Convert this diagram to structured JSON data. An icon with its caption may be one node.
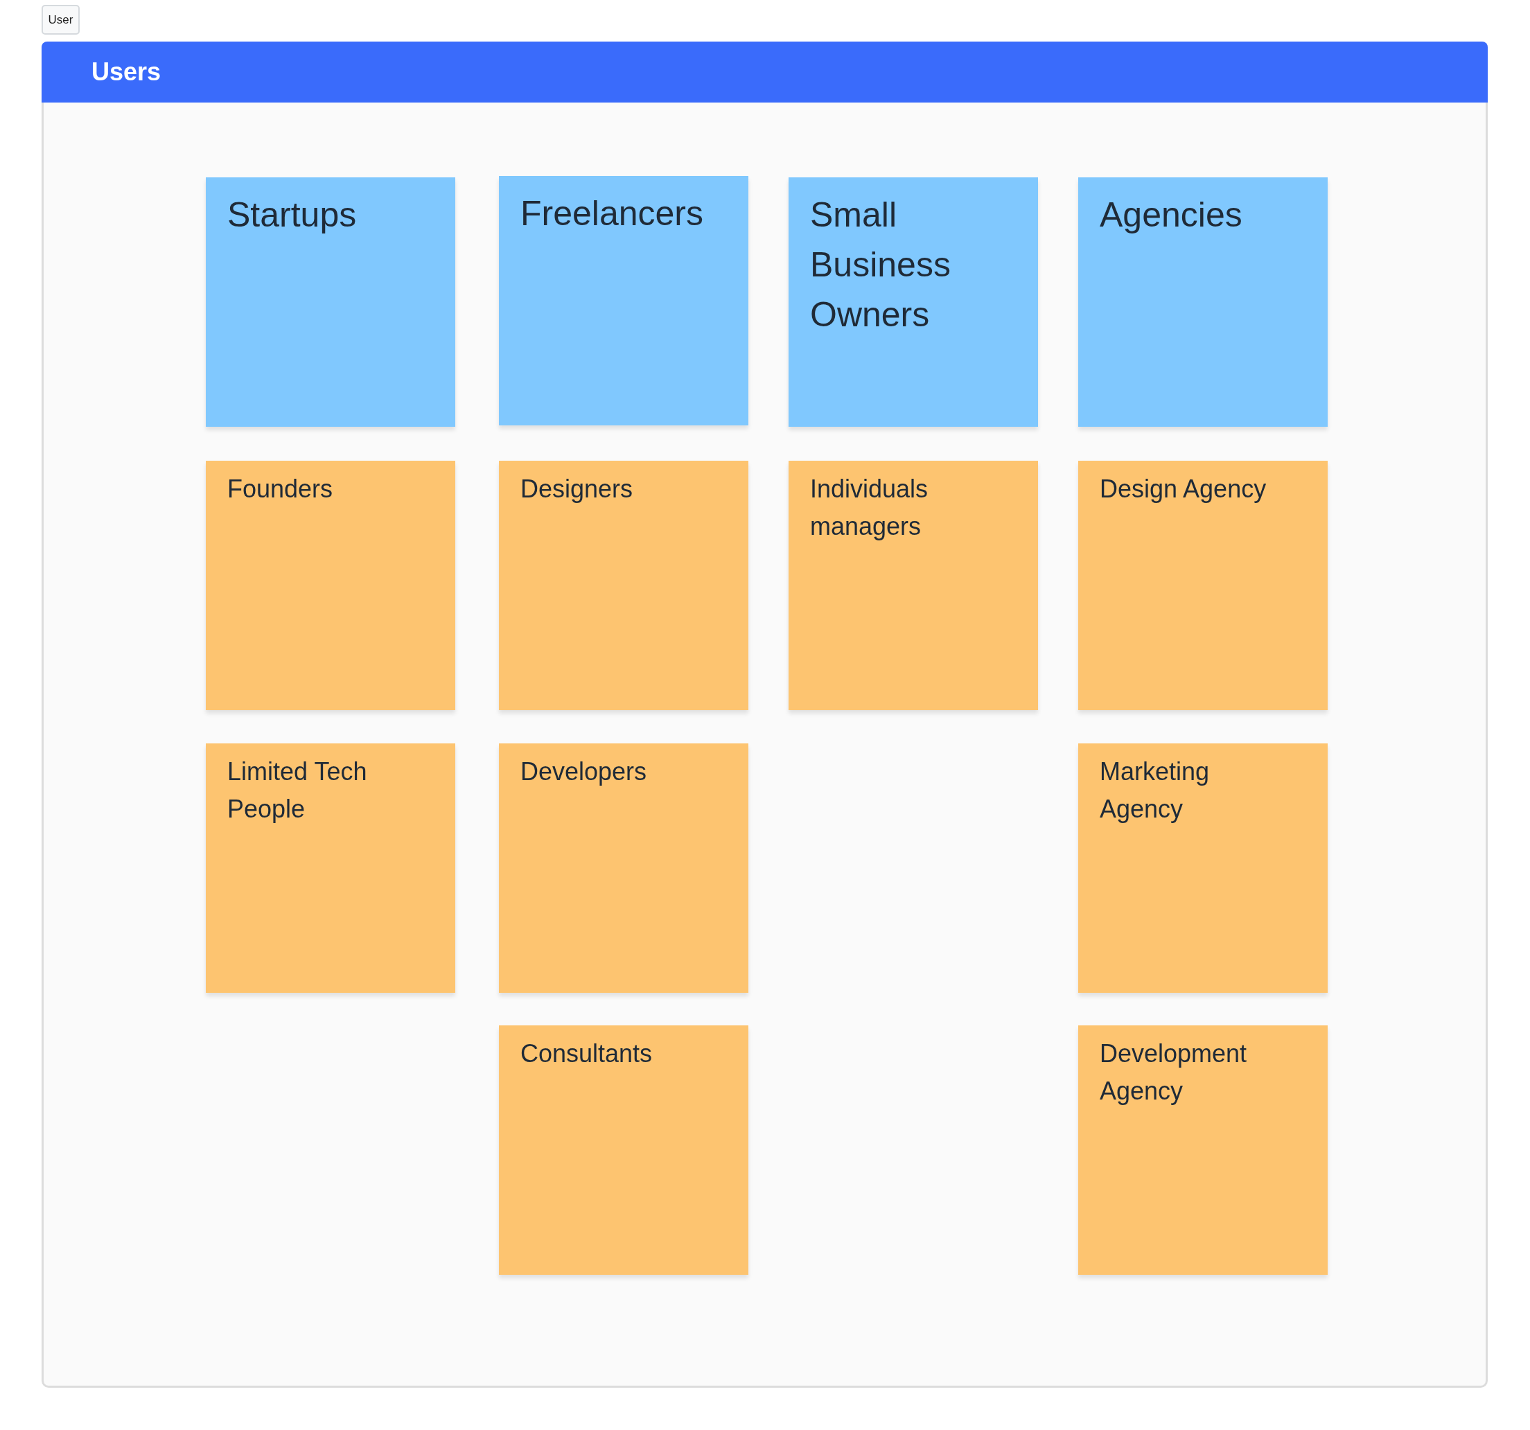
{
  "diagram": {
    "nodes": [
      {
        "text": [
          "User"
        ]
      },
      {
        "text": [
          "Users"
        ]
      },
      {
        "text": [
          "Startups"
        ],
        "in": 1
      },
      {
        "text": [
          "Freelancers"
        ],
        "in": 1
      },
      {
        "text": [
          "Small Business Owners"
        ],
        "in": 1
      },
      {
        "text": [
          "Agencies"
        ],
        "in": 1
      },
      {
        "text": [
          "Founders"
        ],
        "in": 1
      },
      {
        "text": [
          "Designers"
        ],
        "in": 1
      },
      {
        "text": [
          "Individuals managers"
        ],
        "in": 1
      },
      {
        "text": [
          "Design Agency"
        ],
        "in": 1
      },
      {
        "text": [
          "Limited Tech People"
        ],
        "in": 1
      },
      {
        "text": [
          "Developers"
        ],
        "in": 1
      },
      {
        "text": [
          "Marketing Agency"
        ],
        "in": 1
      },
      {
        "text": [
          "Consultants"
        ],
        "in": 1
      },
      {
        "text": [
          "Development Agency"
        ],
        "in": 1
      }
    ],
    "edges": []
  }
}
